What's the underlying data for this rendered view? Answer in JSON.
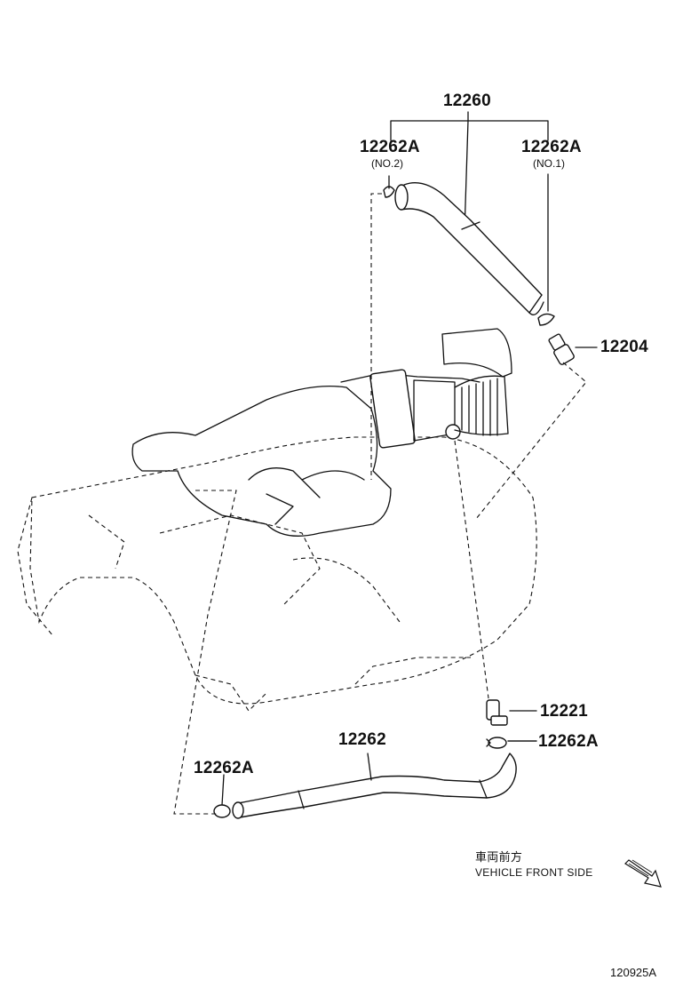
{
  "callouts": {
    "hose_assy": "12260",
    "clamp_no2": "12262A",
    "clamp_no2_note": "(NO.2)",
    "clamp_no1": "12262A",
    "clamp_no1_note": "(NO.1)",
    "valve": "12204",
    "union": "12221",
    "clamp_union": "12262A",
    "hose_lower": "12262",
    "clamp_lower": "12262A"
  },
  "direction": {
    "japanese": "車両前方",
    "english": "VEHICLE FRONT SIDE",
    "arrow_icon": "direction-arrow-icon"
  },
  "illustration_code": "120925A"
}
